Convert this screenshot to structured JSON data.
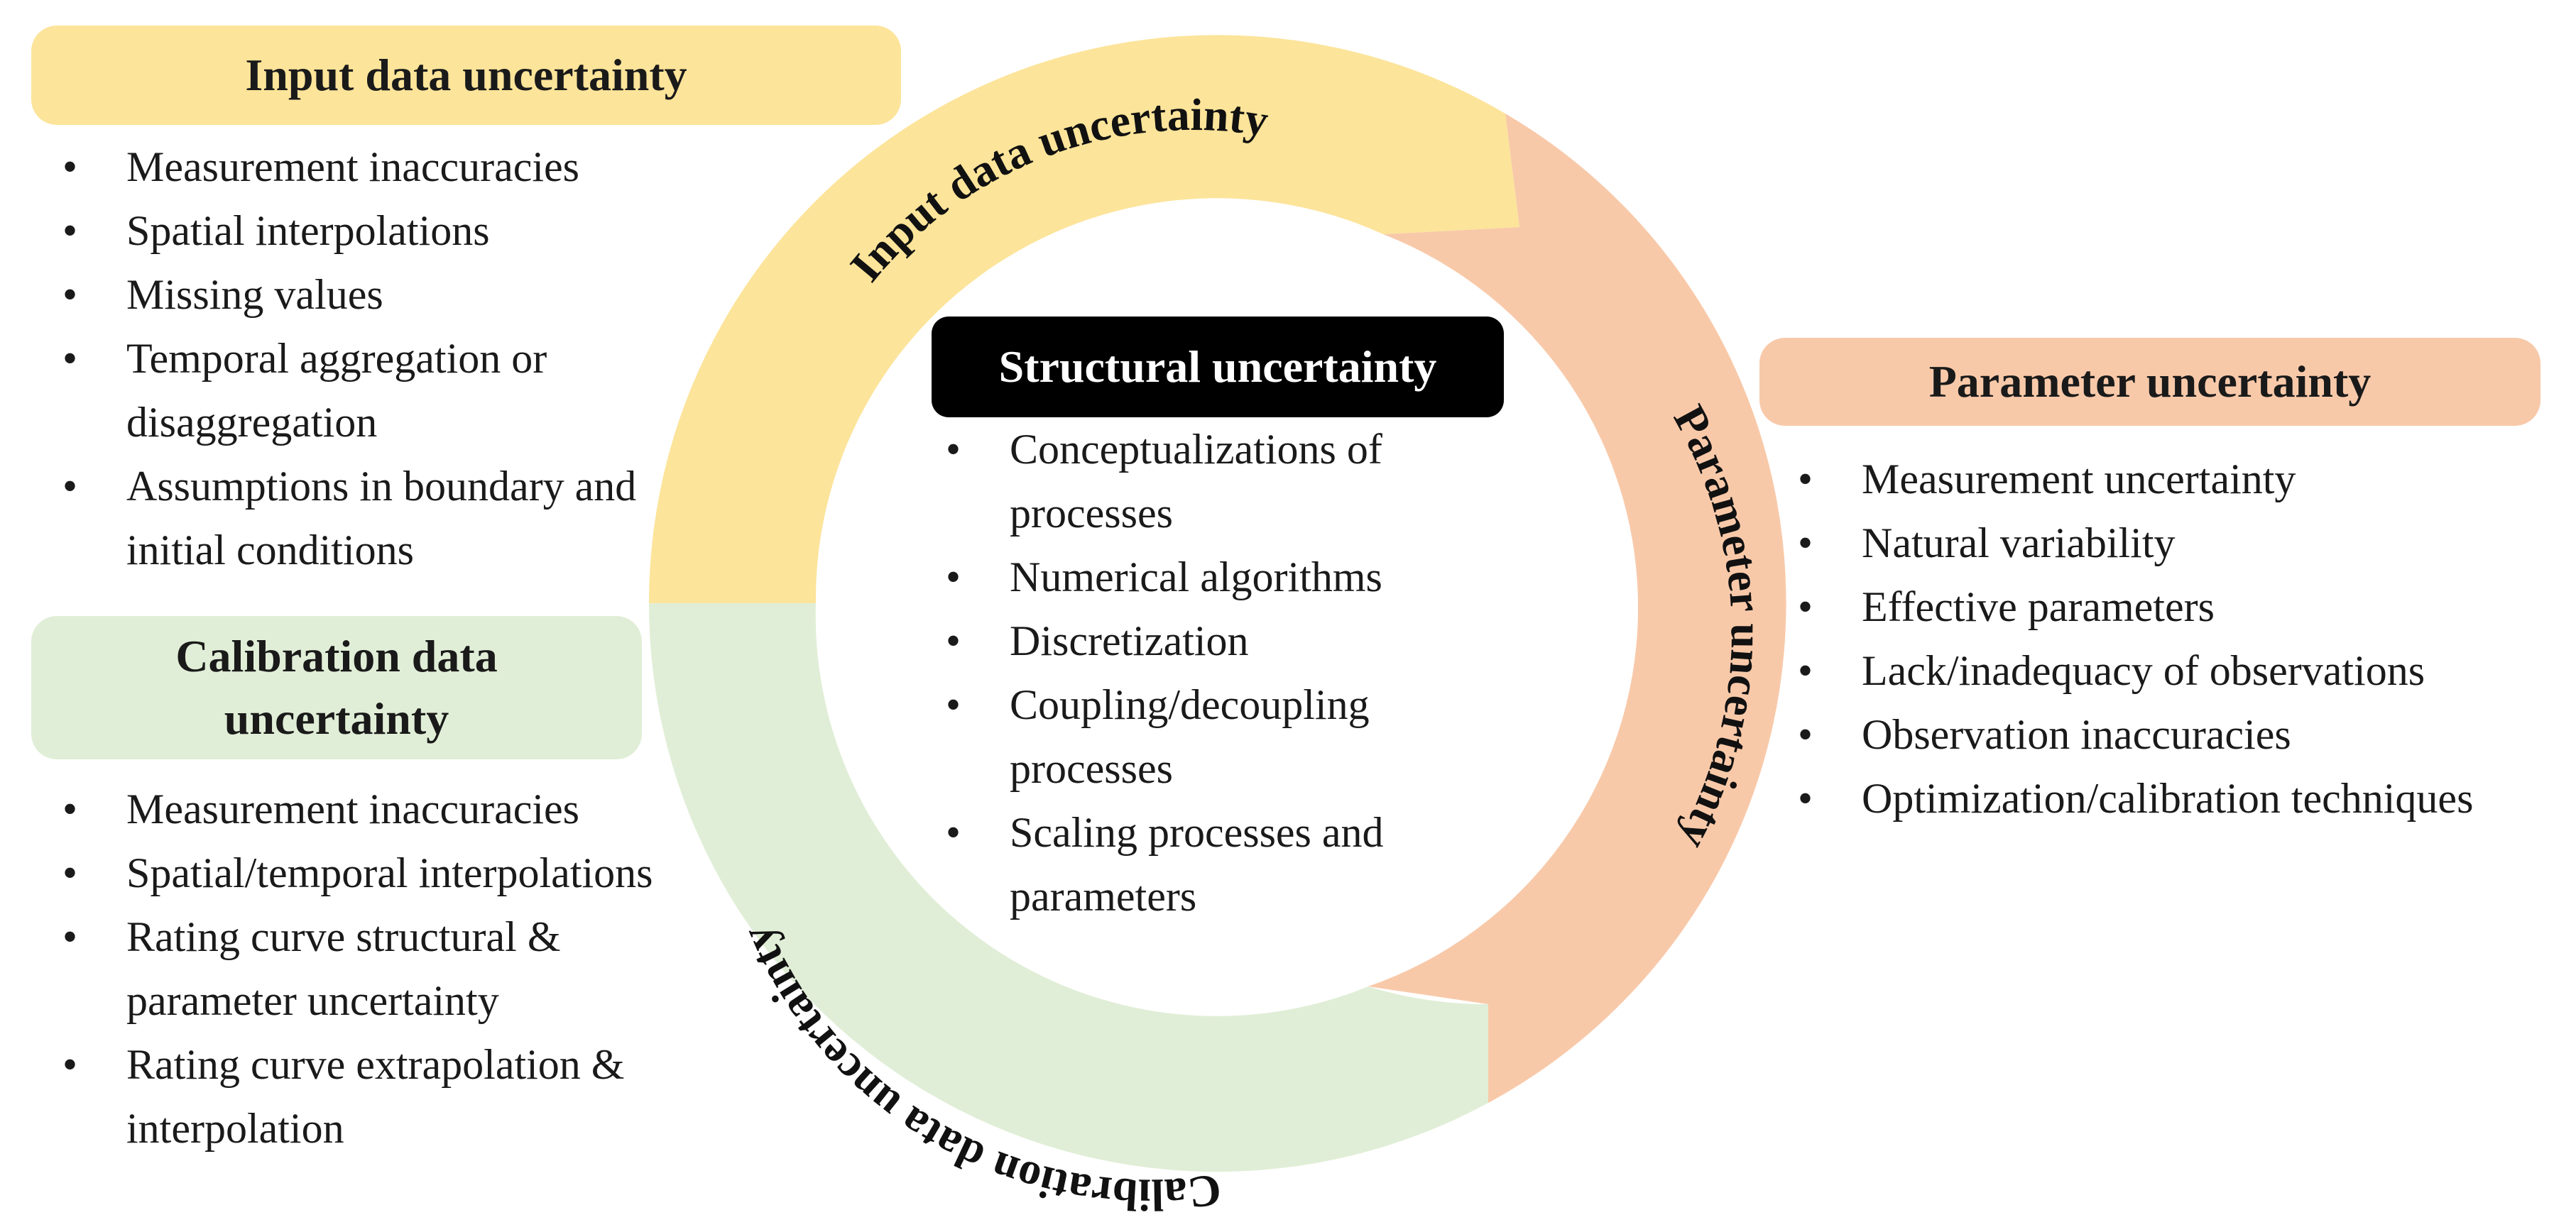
{
  "colors": {
    "input": "#FCE49A",
    "parameter": "#F8C9A9",
    "calibration": "#E1EED7",
    "structural_box": "#000000",
    "structural_text": "#FFFFFF",
    "text": "#1A1A1A"
  },
  "ring_labels": {
    "input": "Input data uncertainty",
    "parameter": "Parameter uncertainty",
    "calibration": "Calibration data uncertainty"
  },
  "input_box": {
    "title": "Input data uncertainty",
    "items": [
      "Measurement inaccuracies",
      "Spatial interpolations",
      "Missing values",
      "Temporal aggregation or disaggregation",
      "Assumptions in boundary and initial conditions"
    ]
  },
  "calibration_box": {
    "title": "Calibration data uncertainty",
    "items": [
      "Measurement inaccuracies",
      "Spatial/temporal interpolations",
      "Rating curve structural & parameter uncertainty",
      "Rating curve extrapolation & interpolation"
    ]
  },
  "structural_box": {
    "title": "Structural uncertainty",
    "items": [
      "Conceptualizations of processes",
      "Numerical algorithms",
      "Discretization",
      "Coupling/decoupling processes",
      "Scaling processes and parameters"
    ]
  },
  "parameter_box": {
    "title": "Parameter uncertainty",
    "items": [
      "Measurement uncertainty",
      "Natural variability",
      "Effective parameters",
      "Lack/inadequacy of observations",
      "Observation inaccuracies",
      "Optimization/calibration techniques"
    ]
  }
}
